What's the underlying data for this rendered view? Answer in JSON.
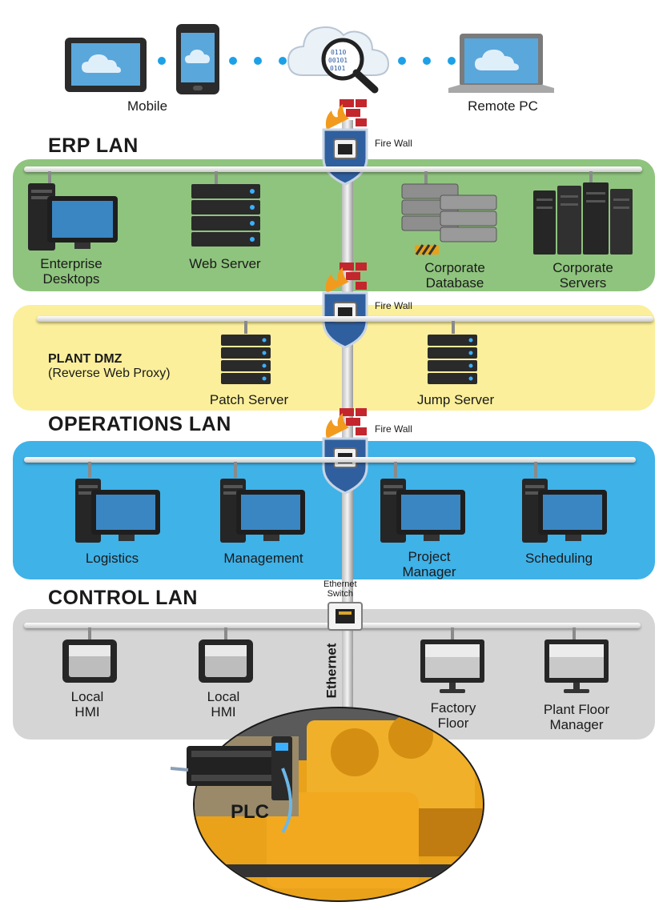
{
  "top": {
    "mobile_label": "Mobile",
    "remote_pc_label": "Remote PC"
  },
  "erp": {
    "title": "ERP LAN",
    "firewall_label": "Fire Wall",
    "nodes": [
      {
        "label": "Enterprise\nDesktops"
      },
      {
        "label": "Web Server"
      },
      {
        "label": "Corporate\nDatabase"
      },
      {
        "label": "Corporate\nServers"
      }
    ]
  },
  "dmz": {
    "title": "PLANT DMZ",
    "subtitle": "(Reverse Web Proxy)",
    "firewall_label": "Fire Wall",
    "nodes": [
      {
        "label": "Patch Server"
      },
      {
        "label": "Jump Server"
      }
    ]
  },
  "ops": {
    "title": "OPERATIONS LAN",
    "firewall_label": "Fire Wall",
    "nodes": [
      {
        "label": "Logistics"
      },
      {
        "label": "Management"
      },
      {
        "label": "Project\nManager"
      },
      {
        "label": "Scheduling"
      }
    ]
  },
  "control": {
    "title": "CONTROL LAN",
    "switch_label": "Ethernet\nSwitch",
    "ethernet_label": "Ethernet",
    "nodes": [
      {
        "label": "Local\nHMI"
      },
      {
        "label": "Local\nHMI"
      },
      {
        "label": "Factory\nFloor"
      },
      {
        "label": "Plant Floor\nManager"
      }
    ]
  },
  "plc": {
    "label": "PLC"
  },
  "colors": {
    "erp": "#8fc47e",
    "dmz": "#fbef9b",
    "ops": "#3fb2e8",
    "control": "#d5d5d5",
    "link_dots": "#1da1e6",
    "firewall_brick": "#c4262e",
    "machine": "#e9a21a"
  }
}
